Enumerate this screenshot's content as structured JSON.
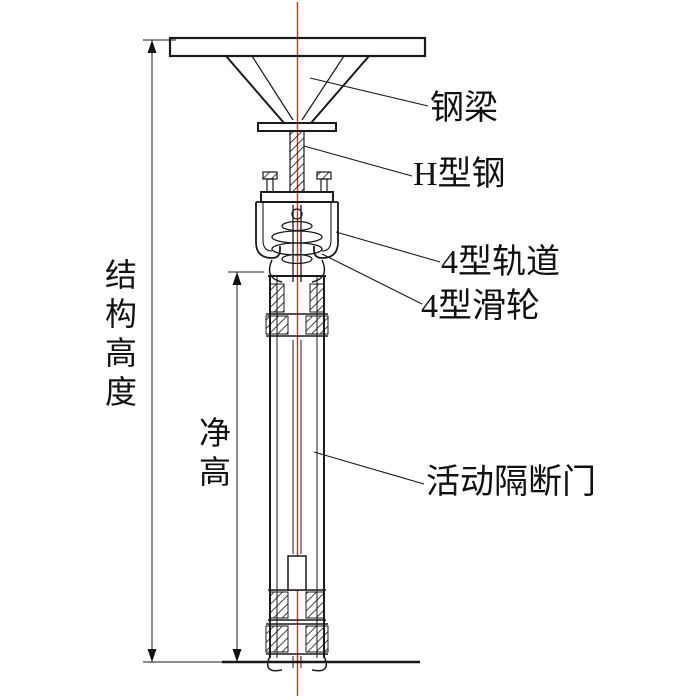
{
  "diagram": {
    "labels": {
      "steel_beam": "钢梁",
      "h_steel": "H型钢",
      "track": "4型轨道",
      "pulley": "4型滑轮",
      "partition_door": "活动隔断门",
      "structure_height": "结构高度",
      "clear_height": "净高"
    },
    "colors": {
      "centerline": "#c8342c",
      "line": "#1a1a1a"
    }
  }
}
